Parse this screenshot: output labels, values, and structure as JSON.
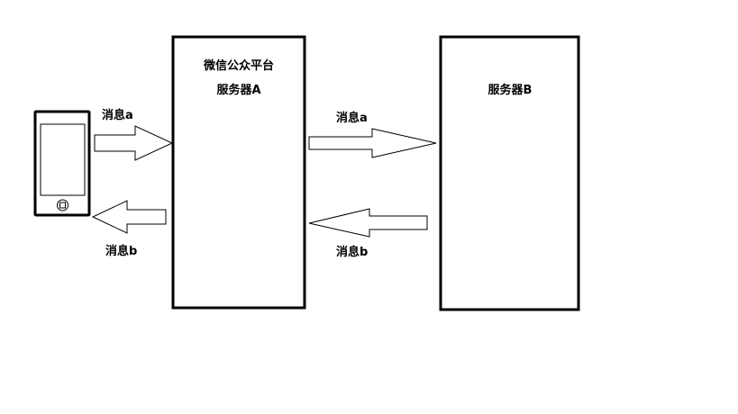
{
  "server_a": {
    "title_line1": "微信公众平台",
    "title_line2": "服务器A"
  },
  "server_b": {
    "title": "服务器B"
  },
  "arrows": {
    "phone_to_a": "消息a",
    "a_to_phone": "消息b",
    "a_to_b": "消息a",
    "b_to_a": "消息b"
  },
  "colors": {
    "stroke": "#000000",
    "background": "#ffffff"
  },
  "icons": {
    "client": "smartphone-icon"
  }
}
